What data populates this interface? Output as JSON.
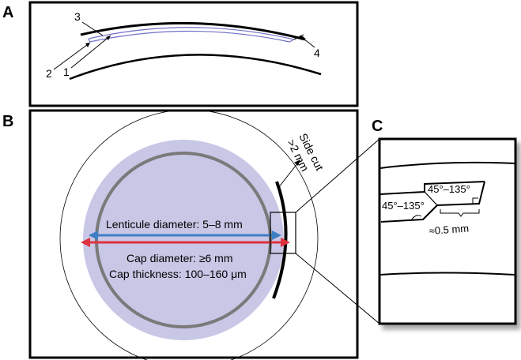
{
  "panel_a": {
    "letter": "A",
    "callouts": [
      "1",
      "2",
      "3",
      "4"
    ]
  },
  "panel_b": {
    "letter": "B",
    "side_cut_label": "Side cut",
    "side_cut_value": ">2 mm",
    "lenticule_diameter": "Lenticule diameter: 5–8 mm",
    "cap_diameter": "Cap diameter: ≥6 mm",
    "cap_thickness": "Cap thickness: 100–160 μm"
  },
  "panel_c": {
    "letter": "C",
    "angle_upper": "45°–135°",
    "angle_lower": "45°–135°",
    "step_width": "≈0.5 mm"
  },
  "colors": {
    "cap_fill": "#c9c7e6",
    "lenticule_ring": "#7a7a7a",
    "lenticule_arrow": "#3e7fc4",
    "cap_arrow": "#e0313f",
    "layer_blue": "#6f6fc9"
  }
}
